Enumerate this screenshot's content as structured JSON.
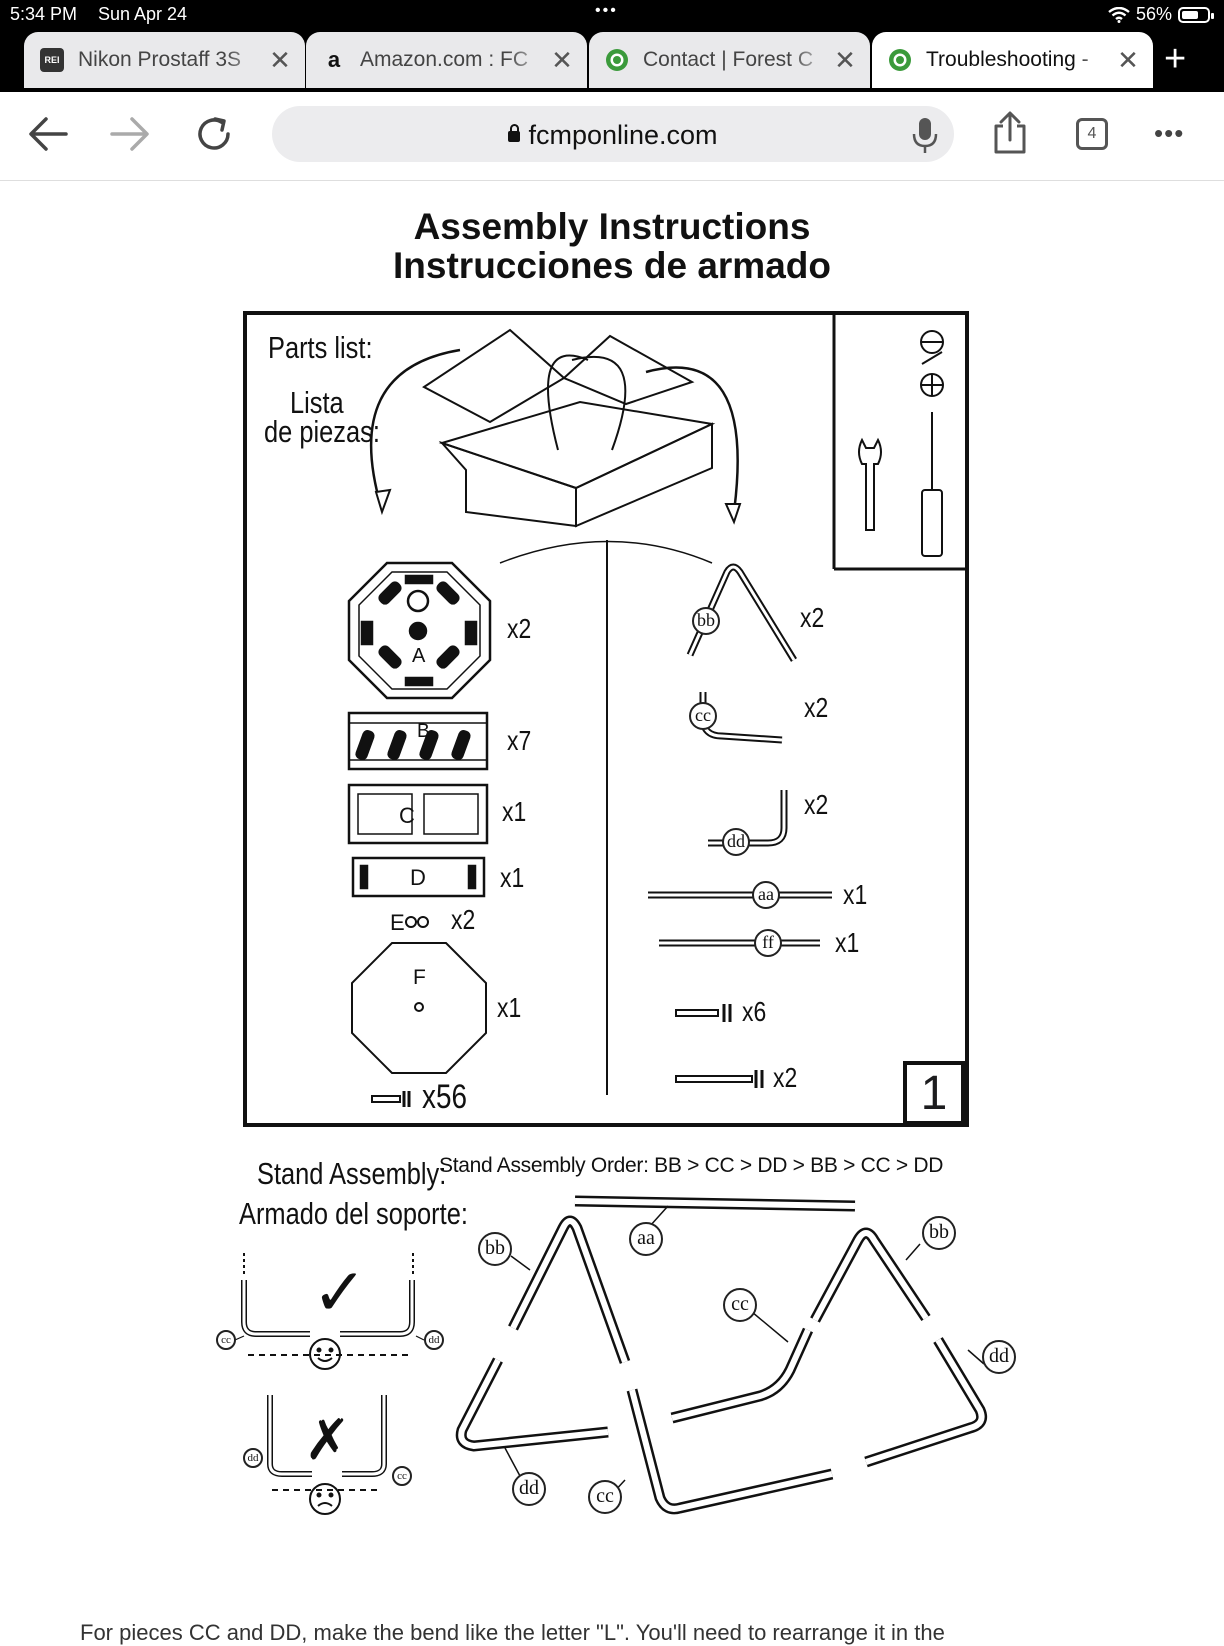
{
  "status_bar": {
    "time": "5:34 PM",
    "date": "Sun Apr 24",
    "battery": "56%"
  },
  "tabs": [
    {
      "title": "Nikon Prostaff 3S",
      "favicon": "rei-icon",
      "active": false
    },
    {
      "title": "Amazon.com : FC",
      "favicon": "amazon-icon",
      "active": false
    },
    {
      "title": "Contact | Forest C",
      "favicon": "site-icon",
      "active": false
    },
    {
      "title": "Troubleshooting -",
      "favicon": "site-icon",
      "active": true
    }
  ],
  "toolbar": {
    "url": "fcmponline.com",
    "tab_count": "4"
  },
  "document": {
    "title_en": "Assembly Instructions",
    "title_es": "Instrucciones de armado",
    "parts_label": "Parts list:",
    "parts_label_es_1": "Lista",
    "parts_label_es_2": "de piezas:",
    "parts": [
      {
        "letter": "A",
        "qty": "x2"
      },
      {
        "letter": "B",
        "qty": "x7"
      },
      {
        "letter": "C",
        "qty": "x1"
      },
      {
        "letter": "D",
        "qty": "x1"
      },
      {
        "letter": "E",
        "qty": "x2"
      },
      {
        "letter": "F",
        "qty": "x1"
      },
      {
        "letter": "",
        "qty": "x56"
      }
    ],
    "tubes": [
      {
        "label": "bb",
        "qty": "x2"
      },
      {
        "label": "cc",
        "qty": "x2"
      },
      {
        "label": "dd",
        "qty": "x2"
      },
      {
        "label": "aa",
        "qty": "x1"
      },
      {
        "label": "ff",
        "qty": "x1"
      }
    ],
    "bolts": [
      {
        "qty": "x6"
      },
      {
        "qty": "x2"
      }
    ],
    "step_number": "1",
    "stand_label": "Stand Assembly:",
    "stand_label_es": "Armado del soporte:",
    "stand_order": "Stand Assembly Order: BB > CC > DD > BB > CC > DD",
    "correct_mark": "✓",
    "wrong_mark": "✗",
    "diagram_labels": {
      "bb": "bb",
      "aa": "aa",
      "cc": "cc",
      "dd": "dd"
    },
    "bottom_text": "For pieces CC and DD, make the bend like the letter \"L\". You'll need to rearrange it in the"
  },
  "colors": {
    "chrome_dark": "#000000",
    "tab_inactive": "#e9e9eb",
    "url_bar": "#ececee",
    "ink": "#111111"
  }
}
